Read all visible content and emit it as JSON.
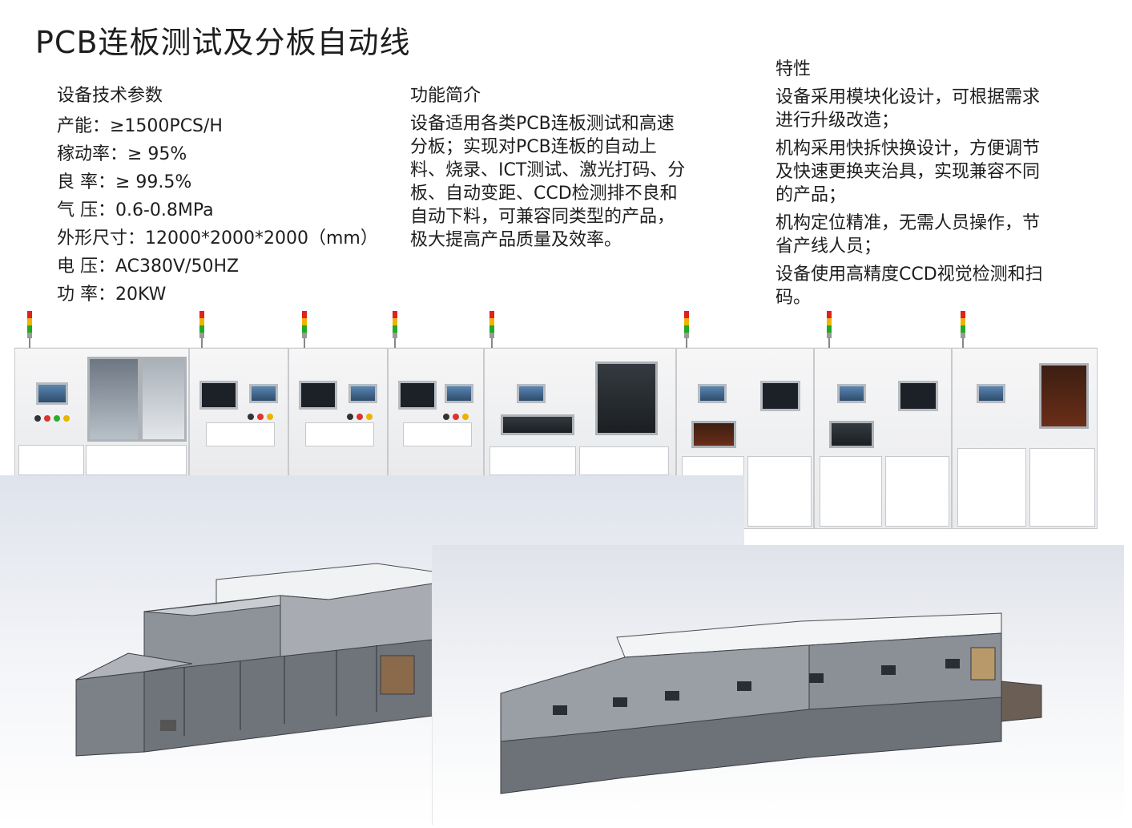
{
  "title": "PCB连板测试及分板自动线",
  "specs": {
    "heading": "设备技术参数",
    "items": [
      "产能：≥1500PCS/H",
      "稼动率：≥ 95%",
      "良 率：≥ 99.5%",
      "气 压：0.6-0.8MPa",
      "外形尺寸：12000*2000*2000（mm）",
      "电 压：AC380V/50HZ",
      "功 率：20KW"
    ]
  },
  "intro": {
    "heading": "功能简介",
    "body": "设备适用各类PCB连板测试和高速分板；实现对PCB连板的自动上料、烧录、ICT测试、激光打码、分板、自动变距、CCD检测排不良和自动下料，可兼容同类型的产品，极大提高产品质量及效率。"
  },
  "features": {
    "heading": "特性",
    "items": [
      "设备采用模块化设计，可根据需求进行升级改造；",
      "机构采用快拆快换设计，方便调节及快速更换夹治具，实现兼容不同的产品；",
      "机构定位精准，无需人员操作，节省产线人员；",
      "设备使用高精度CCD视觉检测和扫码。"
    ]
  }
}
